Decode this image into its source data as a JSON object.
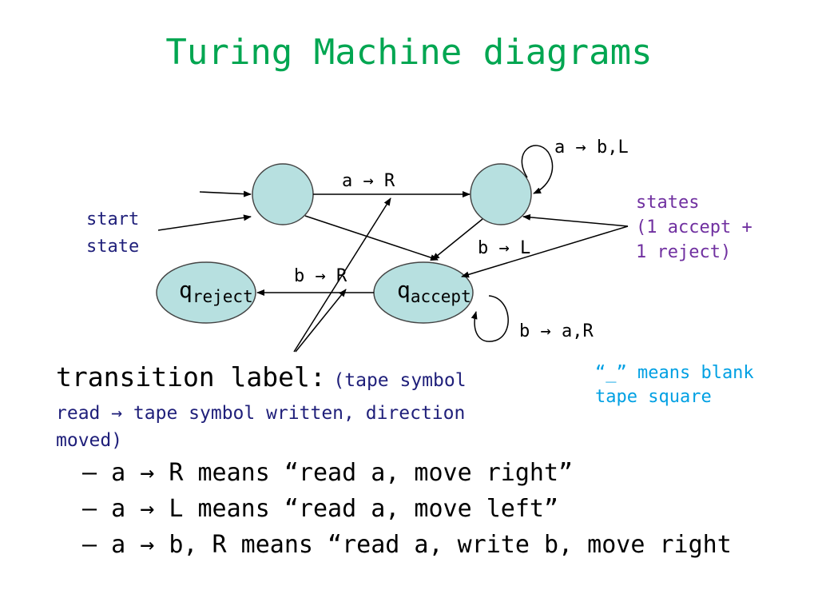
{
  "title": "Turing Machine diagrams",
  "diagram": {
    "edge_labels": {
      "top": "a → R",
      "self_top_right": "a → b,L",
      "right_to_accept": "b → L",
      "accept_to_reject": "b → R",
      "self_accept": "b → a,R"
    },
    "states": {
      "reject": {
        "base": "q",
        "sub": "reject"
      },
      "accept": {
        "base": "q",
        "sub": "accept"
      }
    },
    "fill_color": "#b7e0e0",
    "notes": {
      "start_line1": "start",
      "start_line2": "state",
      "states_line1": "states",
      "states_line2": "(1 accept +",
      "states_line3": "1 reject)",
      "blank_line1": "“_” means blank",
      "blank_line2": "tape square"
    }
  },
  "transition": {
    "head": "transition label:",
    "desc_part1": "(tape symbol",
    "desc_line2": "read → tape symbol written, direction",
    "desc_line3": "moved)"
  },
  "bullets": [
    "– a → R means “read a, move right”",
    "– a → L means “read a, move left”",
    "– a → b, R means “read a, write b, move right"
  ],
  "colors": {
    "title": "#00a651",
    "start_note": "#1f1f7a",
    "states_note": "#7030a0",
    "blank_note": "#00a0e3"
  }
}
